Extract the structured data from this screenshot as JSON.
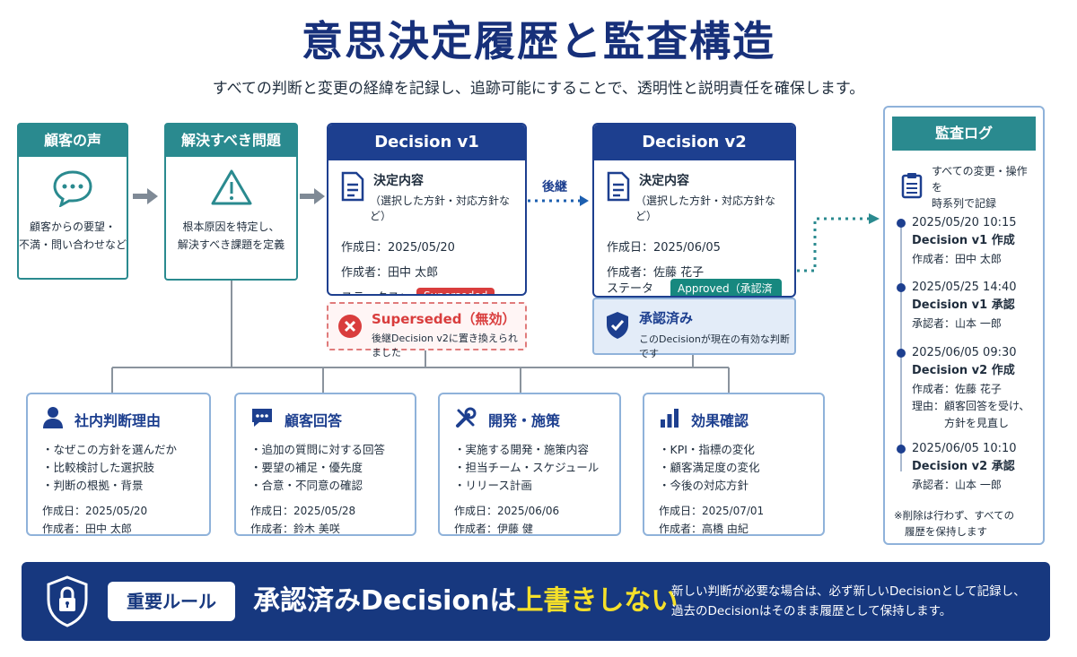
{
  "title": "意思決定履歴と監査構造",
  "subtitle": "すべての判断と変更の経緯を記録し、追跡可能にすることで、透明性と説明責任を確保します。",
  "flow": {
    "voice": {
      "title": "顧客の声",
      "line1": "顧客からの要望・",
      "line2": "不満・問い合わせなど",
      "icon": "speech-bubble-icon"
    },
    "problem": {
      "title": "解決すべき問題",
      "line1": "根本原因を特定し、",
      "line2": "解決すべき課題を定義",
      "icon": "warning-icon"
    },
    "successor_label": "後継"
  },
  "decision_v1": {
    "title": "Decision v1",
    "content_title": "決定内容",
    "content_sub": "（選択した方針・対応方針など）",
    "created": "作成日：2025/05/20",
    "author": "作成者：田中 太郎",
    "status_label": "ステータス：",
    "status": "Superseded",
    "status_color": "#d93d3d",
    "panel_title": "Superseded（無効）",
    "panel_sub": "後継Decision v2に置き換えられました"
  },
  "decision_v2": {
    "title": "Decision v2",
    "content_title": "決定内容",
    "content_sub": "（選択した方針・対応方針など）",
    "created": "作成日：2025/06/05",
    "author": "作成者：佐藤 花子",
    "status_label": "ステータス：",
    "status": "Approved（承認済み）",
    "status_color": "#17887f",
    "panel_title": "承認済み",
    "panel_sub": "このDecisionが現在の有効な判断です"
  },
  "boxes": [
    {
      "title": "社内判断理由",
      "icon": "person-icon",
      "items": [
        "・なぜこの方針を選んだか",
        "・比較検討した選択肢",
        "・判断の根拠・背景"
      ],
      "created": "作成日：2025/05/20",
      "author": "作成者：田中 太郎"
    },
    {
      "title": "顧客回答",
      "icon": "chat-icon",
      "items": [
        "・追加の質問に対する回答",
        "・要望の補足・優先度",
        "・合意・不同意の確認"
      ],
      "created": "作成日：2025/05/28",
      "author": "作成者：鈴木 美咲"
    },
    {
      "title": "開発・施策",
      "icon": "tools-icon",
      "items": [
        "・実施する開発・施策内容",
        "・担当チーム・スケジュール",
        "・リリース計画"
      ],
      "created": "作成日：2025/06/06",
      "author": "作成者：伊藤 健"
    },
    {
      "title": "効果確認",
      "icon": "bar-chart-icon",
      "items": [
        "・KPI・指標の変化",
        "・顧客満足度の変化",
        "・今後の対応方針"
      ],
      "created": "作成日：2025/07/01",
      "author": "作成者：高橋 由紀"
    }
  ],
  "audit_log": {
    "title": "監査ログ",
    "intro1": "すべての変更・操作を",
    "intro2": "時系列で記録",
    "entries": [
      {
        "time": "2025/05/20  10:15",
        "event": "Decision v1 作成",
        "lines": [
          "作成者：田中 太郎"
        ]
      },
      {
        "time": "2025/05/25  14:40",
        "event": "Decision v1 承認",
        "lines": [
          "承認者：山本 一郎"
        ]
      },
      {
        "time": "2025/06/05  09:30",
        "event": "Decision v2 作成",
        "lines": [
          "作成者：佐藤 花子",
          "理由：顧客回答を受け、",
          "　　　方針を見直し"
        ]
      },
      {
        "time": "2025/06/05  10:10",
        "event": "Decision v2 承認",
        "lines": [
          "承認者：山本 一郎"
        ]
      }
    ],
    "note1": "※削除は行わず、すべての",
    "note2": "履歴を保持します"
  },
  "banner": {
    "icon": "shield-lock-icon",
    "rule_label": "重要ルール",
    "main_prefix": "承認済みDecisionは",
    "main_highlight": "上書きしない",
    "desc1": "新しい判断が必要な場合は、必ず新しいDecisionとして記録し、",
    "desc2": "過去のDecisionはそのまま履歴として保持します。"
  },
  "colors": {
    "navy": "#1d3f8f",
    "teal": "#2a8a8f",
    "highlight": "#f5e02a",
    "red": "#d93d3d"
  }
}
